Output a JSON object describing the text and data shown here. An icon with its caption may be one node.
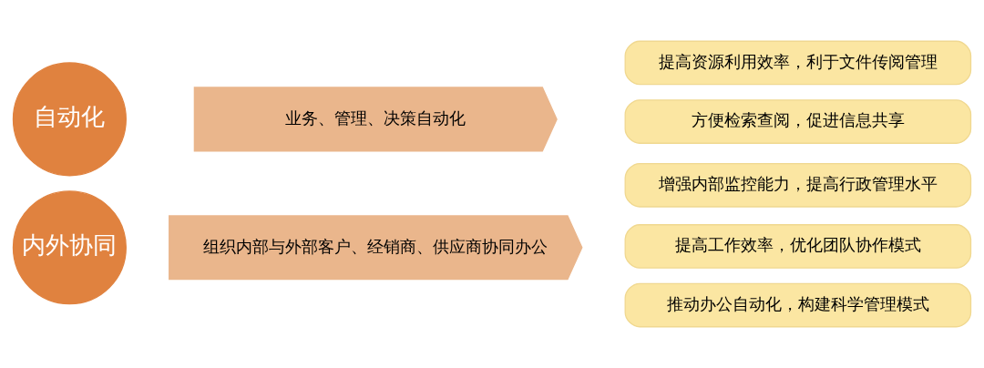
{
  "diagram": {
    "nodes": [
      {
        "text": [
          "自动化"
        ]
      },
      {
        "text": [
          "业务、管理、决策自动化"
        ]
      },
      {
        "text": [
          "内外协同"
        ]
      },
      {
        "text": [
          "组织内部与外部客户、经销商、供应商协同办公"
        ]
      },
      {
        "text": [
          "提高资源利用效率，利于文件传阅管理"
        ]
      },
      {
        "text": [
          "方便检索查阅，促进信息共享"
        ]
      },
      {
        "text": [
          "增强内部监控能力，提高行政管理水平"
        ]
      },
      {
        "text": [
          "提高工作效率，优化团队协作模式"
        ]
      },
      {
        "text": [
          "推动办公自动化，构建科学管理模式"
        ]
      }
    ]
  }
}
